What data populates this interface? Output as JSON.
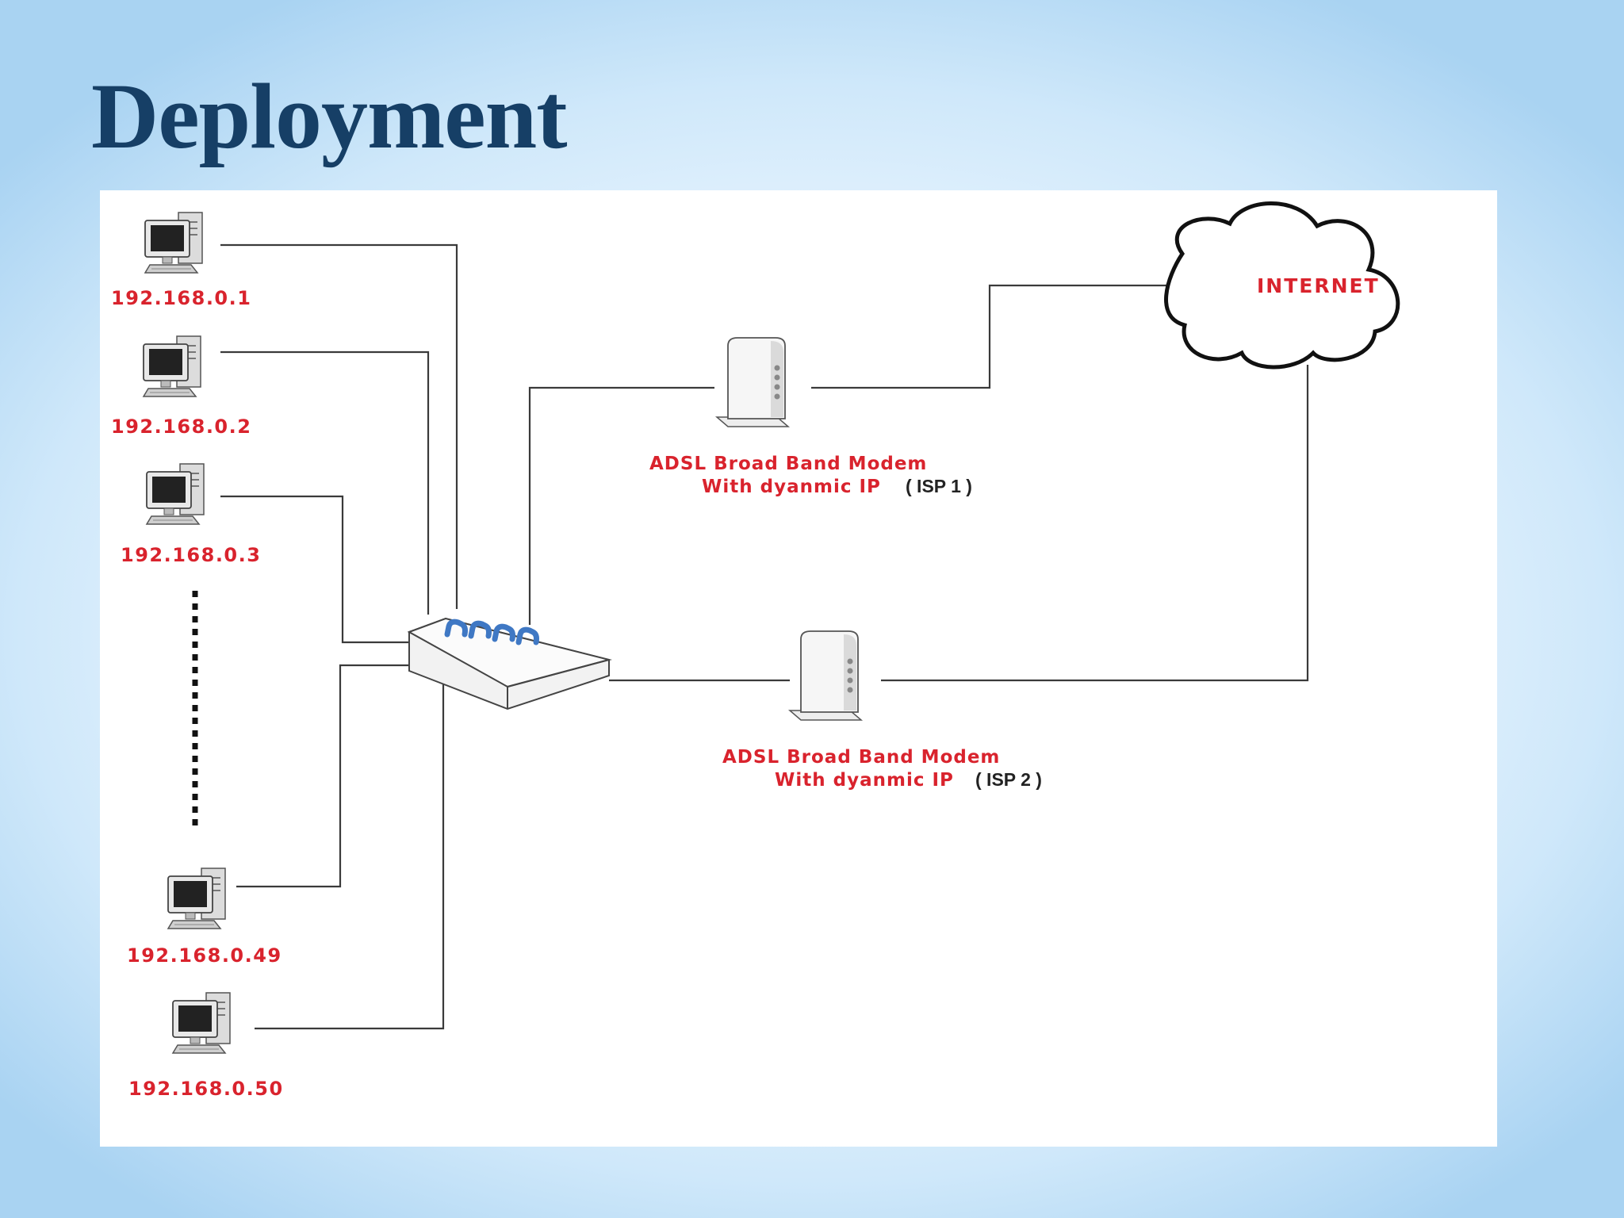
{
  "title": "Deployment",
  "computers": [
    {
      "ip": "192.168.0.1"
    },
    {
      "ip": "192.168.0.2"
    },
    {
      "ip": "192.168.0.3"
    },
    {
      "ip": "192.168.0.49"
    },
    {
      "ip": "192.168.0.50"
    }
  ],
  "modems": [
    {
      "line1": "ADSL Broad Band Modem",
      "line2": "With dyanmic IP",
      "isp": "( ISP 1 )"
    },
    {
      "line1": "ADSL Broad Band Modem",
      "line2": "With dyanmic IP",
      "isp": "( ISP 2 )"
    }
  ],
  "cloud": {
    "label": "INTERNET"
  },
  "colors": {
    "title": "#163f66",
    "labels": "#d9232d",
    "wire": "#3a3a3a",
    "hub_logo": "#3f78c4"
  }
}
